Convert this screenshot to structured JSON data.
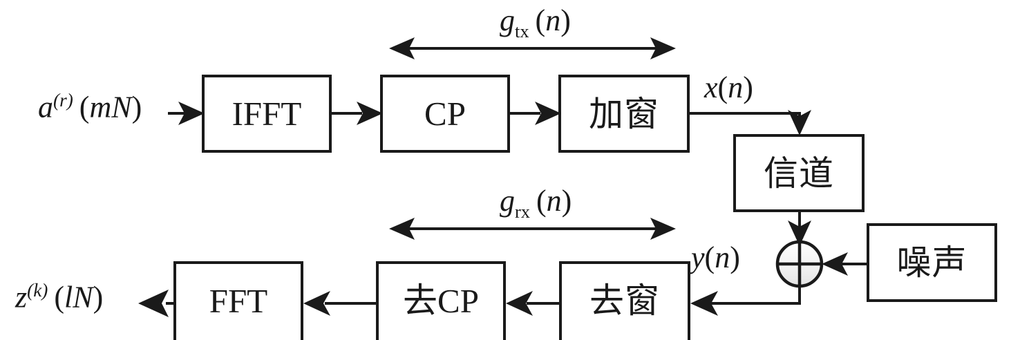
{
  "diagram": {
    "title": "OFDM transmitter and receiver windowing block diagram",
    "colors": {
      "stroke": "#1a1a1a",
      "background": "#ffffff",
      "sum_fill_top": "#ffffff",
      "sum_fill_bottom": "#e8e8e8"
    },
    "blocks": [
      {
        "id": "ifft",
        "label": "IFFT",
        "kind": "latin"
      },
      {
        "id": "cp",
        "label": "CP",
        "kind": "latin"
      },
      {
        "id": "window",
        "label": "加窗",
        "kind": "cjk"
      },
      {
        "id": "channel",
        "label": "信道",
        "kind": "cjk"
      },
      {
        "id": "noise",
        "label": "噪声",
        "kind": "cjk"
      },
      {
        "id": "dewin",
        "label": "去窗",
        "kind": "cjk"
      },
      {
        "id": "decp_prefix",
        "label": "去",
        "suffix": "CP",
        "kind": "mixed"
      },
      {
        "id": "fft",
        "label": "FFT",
        "kind": "latin"
      }
    ],
    "signals": {
      "input": {
        "base": "a",
        "sup": "(r)",
        "arg_open": "(",
        "arg": "mN",
        "arg_close": ")"
      },
      "tx_out": {
        "base": "x",
        "arg_open": "(",
        "arg": "n",
        "arg_close": ")"
      },
      "rx_in": {
        "base": "y",
        "arg_open": "(",
        "arg": "n",
        "arg_close": ")"
      },
      "output": {
        "base": "z",
        "sup": "(k)",
        "arg_open": "(",
        "arg": "lN",
        "arg_close": ")"
      }
    },
    "span_labels": {
      "tx": {
        "base": "g",
        "sub": "tx",
        "arg_open": "(",
        "arg": "n",
        "arg_close": ")"
      },
      "rx": {
        "base": "g",
        "sub": "rx",
        "arg_open": "(",
        "arg": "n",
        "arg_close": ")"
      }
    }
  }
}
